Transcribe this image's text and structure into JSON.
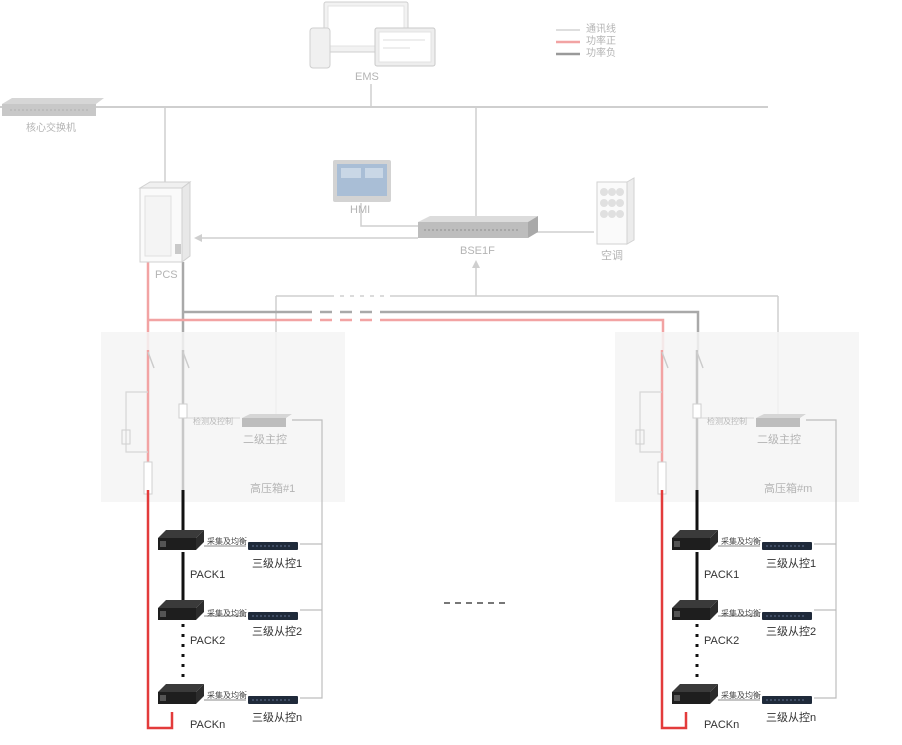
{
  "legend": {
    "comm": "通讯线",
    "power_pos": "功率正",
    "power_neg": "功率负"
  },
  "colors": {
    "comm_line": "#cfcfcf",
    "power_pos": "#e33b3b",
    "power_neg": "#9a9a9a",
    "faded_red": "#f2a3a3",
    "faded_gray": "#c8c8c8",
    "zone_bg": "#f4f4f4",
    "device_dark": "#222222"
  },
  "labels": {
    "ems": "EMS",
    "core_switch": "核心交换机",
    "hmi": "HMI",
    "pcs": "PCS",
    "bse": "BSE1F",
    "air_conditioner": "空调",
    "dots_middle": "- - - - -"
  },
  "cabinets": [
    {
      "name": "高压箱#1",
      "detect_control": "检测及控制",
      "master": "二级主控",
      "packs": [
        {
          "pack": "PACK1",
          "slave": "三级从控1",
          "balance": "采集及均衡"
        },
        {
          "pack": "PACK2",
          "slave": "三级从控2",
          "balance": "采集及均衡"
        },
        {
          "pack": "PACKn",
          "slave": "三级从控n",
          "balance": "采集及均衡"
        }
      ]
    },
    {
      "name": "高压箱#m",
      "detect_control": "检测及控制",
      "master": "二级主控",
      "packs": [
        {
          "pack": "PACK1",
          "slave": "三级从控1",
          "balance": "采集及均衡"
        },
        {
          "pack": "PACK2",
          "slave": "三级从控2",
          "balance": "采集及均衡"
        },
        {
          "pack": "PACKn",
          "slave": "三级从控n",
          "balance": "采集及均衡"
        }
      ]
    }
  ]
}
